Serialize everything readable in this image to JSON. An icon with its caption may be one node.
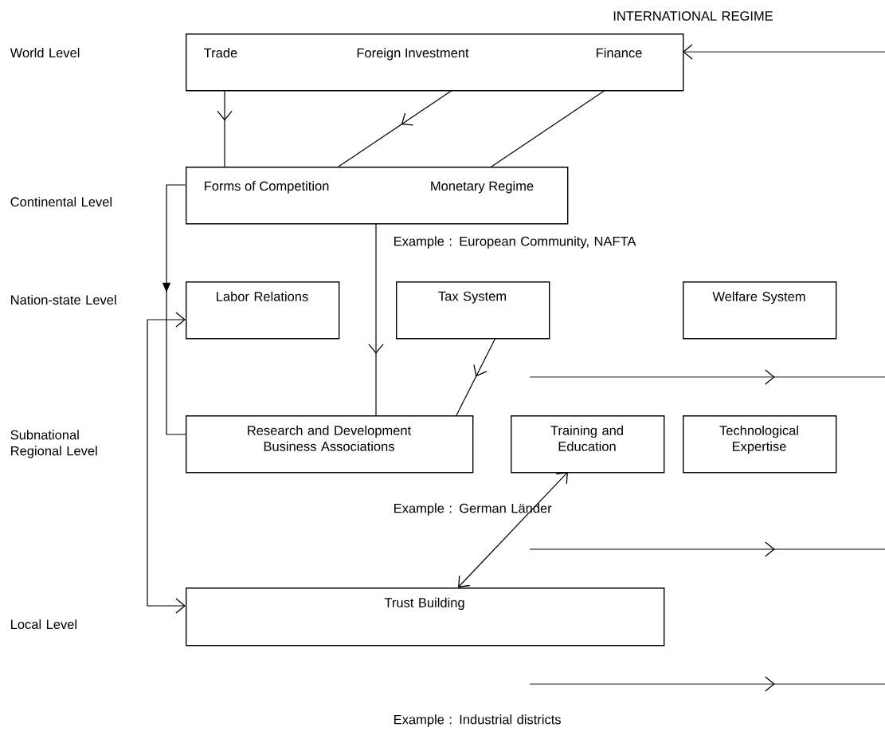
{
  "diagram": {
    "nodes": [
      {
        "text": [
          "Trade",
          "Foreign Investment",
          "Finance"
        ]
      },
      {
        "text": [
          "Forms of Competition",
          "Monetary Regime"
        ]
      },
      {
        "text": [
          "Labor Relations"
        ]
      },
      {
        "text": [
          "Tax System"
        ]
      },
      {
        "text": [
          "Welfare System"
        ]
      },
      {
        "text": [
          "Research and Development Business Associations"
        ]
      },
      {
        "text": [
          "Training and Education"
        ]
      },
      {
        "text": [
          "Technological Expertise"
        ]
      },
      {
        "text": [
          "Trust Building"
        ]
      }
    ],
    "edges": [
      {
        "from": 0,
        "to": 1,
        "arrow": "to"
      },
      {
        "from": 0,
        "to": 1,
        "arrow": "to"
      },
      {
        "from": 0,
        "to": 1,
        "arrow": "none"
      },
      {
        "from": null,
        "to": 0,
        "arrow": "to"
      },
      {
        "from": 1,
        "to": 5,
        "arrow": "to"
      },
      {
        "from": 1,
        "to": 5,
        "arrow": "to"
      },
      {
        "from": 3,
        "to": 5,
        "arrow": "to"
      },
      {
        "from": 2,
        "to": 8,
        "arrow": "both"
      },
      {
        "from": 6,
        "to": 8,
        "arrow": "both"
      }
    ],
    "labels": [
      "INTERNATIONAL REGIME",
      "World Level",
      "Continental Level",
      "Example : European Community, NAFTA",
      "Nation-state Level",
      "Subnational Regional Level",
      "Example : German Länder",
      "Local Level",
      "Example : Industrial districts"
    ]
  }
}
